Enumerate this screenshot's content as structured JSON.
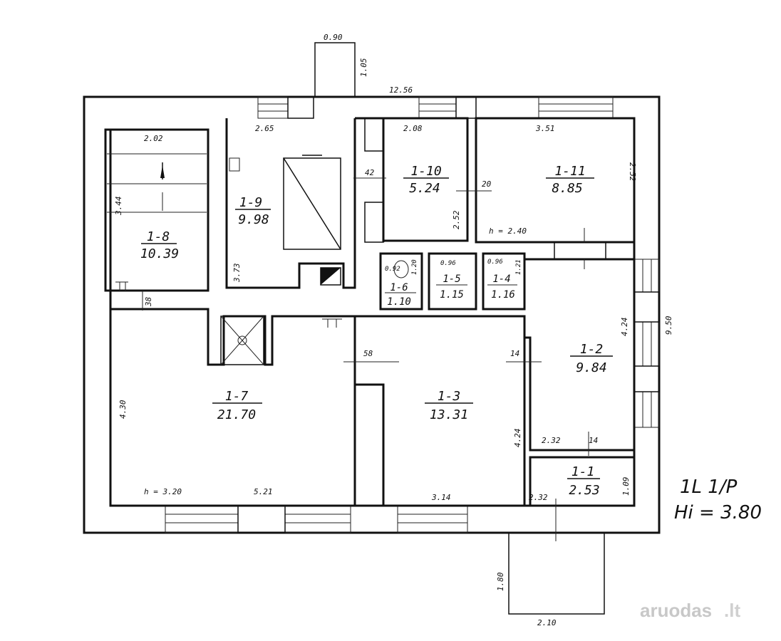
{
  "rooms": [
    {
      "id": "1-1",
      "area": "2.53"
    },
    {
      "id": "1-2",
      "area": "9.84"
    },
    {
      "id": "1-3",
      "area": "13.31"
    },
    {
      "id": "1-4",
      "area": "1.16"
    },
    {
      "id": "1-5",
      "area": "1.15"
    },
    {
      "id": "1-6",
      "area": "1.10"
    },
    {
      "id": "1-7",
      "area": "21.70"
    },
    {
      "id": "1-8",
      "area": "10.39"
    },
    {
      "id": "1-9",
      "area": "9.98"
    },
    {
      "id": "1-10",
      "area": "5.24"
    },
    {
      "id": "1-11",
      "area": "8.85"
    }
  ],
  "dimensions": {
    "porch_top_width": "0.90",
    "porch_top_depth": "1.05",
    "overall_width": "12.56",
    "overall_depth": "9.50",
    "r9_width": "2.65",
    "r10_width": "2.08",
    "r11_width": "3.51",
    "r11_depth": "2.52",
    "r8_width": "2.02",
    "r8_depth": "3.44",
    "r9_depth": "3.73",
    "r10_depth": "2.52",
    "h_2_40": "h = 2.40",
    "door_42": "42",
    "door_20": "20",
    "door_38": "38",
    "door_58": "58",
    "door_14a": "14",
    "door_14b": "14",
    "r6_a": "0.92",
    "r6_b": "1.20",
    "r5_w": "0.96",
    "r4_w": "0.96",
    "r4_d": "1.21",
    "r2_d": "4.24",
    "r7_d": "4.30",
    "r3_d": "4.24",
    "h_3_20": "h = 3.20",
    "r7_w": "5.21",
    "r3_w": "3.14",
    "r2_w": "2.32",
    "r1_w": "2.32",
    "r1_d": "1.09",
    "porch_bottom_depth": "1.80",
    "porch_bottom_width": "2.10"
  },
  "notes": {
    "floor": "1L 1/P",
    "height": "Hi = 3.80"
  },
  "watermark": {
    "name": "aruodas",
    "tld": ".lt"
  }
}
